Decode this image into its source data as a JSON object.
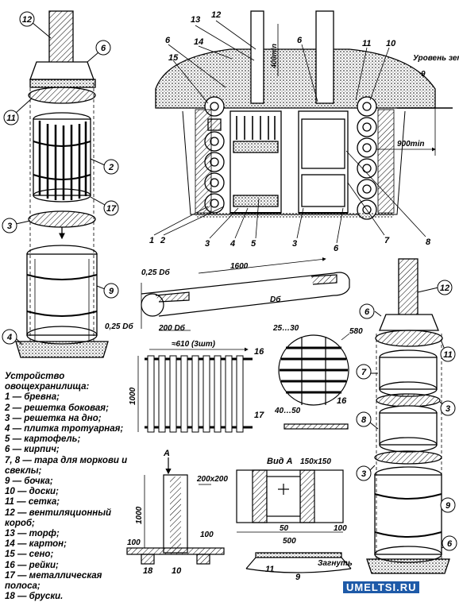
{
  "legend": {
    "title": "Устройство овощехранилища:",
    "items": [
      "1 — бревна;",
      "2 — решетка боковая;",
      "3 — решетка на дно;",
      "4 — плитка тротуарная;",
      "5 — картофель;",
      "6 — кирпич;",
      "7, 8 — тара для моркови и свеклы;",
      "9 — бочка;",
      "10 — доски;",
      "11 — сетка;",
      "12 — вентиляционный короб;",
      "13 — торф;",
      "14 — картон;",
      "15 — сено;",
      "16 — рейки;",
      "17 — металлическая полоса;",
      "18 — бруски."
    ]
  },
  "cellar": {
    "ground_label": "Уровень земли",
    "ground_num": "9",
    "dim_400": "400min",
    "dim_900": "900min",
    "callouts_top": [
      "13",
      "12",
      "14",
      "6",
      "15",
      "6",
      "11",
      "10"
    ],
    "callouts_bottom": [
      "1",
      "2",
      "3",
      "4",
      "5",
      "3",
      "6",
      "7",
      "8"
    ]
  },
  "pole": {
    "d1": "0,25 Dб",
    "d2": "0,25 Dб",
    "len": "1600",
    "db": "Dб",
    "d3": "200 Dб"
  },
  "grate": {
    "w": "≈610 (3шт)",
    "h": "1000",
    "n16": "16",
    "n17": "17"
  },
  "round_grate": {
    "a": "25…30",
    "d": "580",
    "b": "40…50",
    "n16": "16"
  },
  "vent": {
    "a": "А",
    "h": "1000",
    "sec": "200х200",
    "d100a": "100",
    "d100b": "100",
    "n18": "18",
    "n10": "10"
  },
  "view": {
    "title": "Вид А",
    "sec": "150х150",
    "d50": "50",
    "d100": "100",
    "d500": "500",
    "n11": "11",
    "n9": "9",
    "bend": "Загнуть"
  },
  "left_stack": [
    "12",
    "6",
    "11",
    "2",
    "17",
    "3",
    "9",
    "4"
  ],
  "right_stack": [
    "12",
    "6",
    "11",
    "7",
    "3",
    "8",
    "3",
    "9",
    "6"
  ],
  "watermark": "UMELTSI.RU"
}
